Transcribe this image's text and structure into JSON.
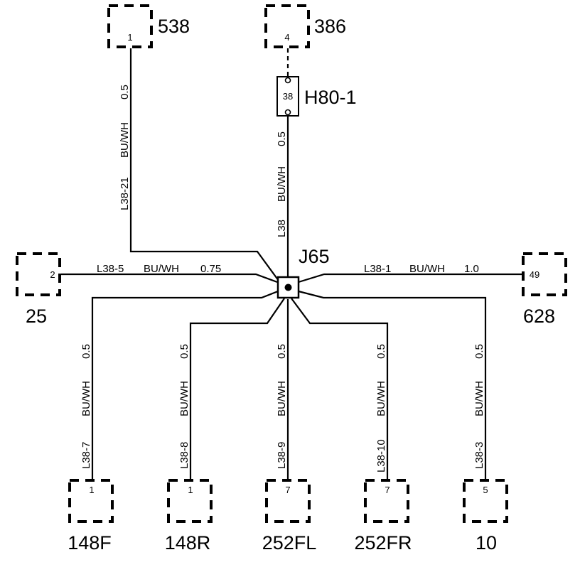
{
  "splice": {
    "label": "J65"
  },
  "fuse": {
    "label": "H80-1",
    "pin": "38"
  },
  "connectors": [
    {
      "id": "c538",
      "label": "538",
      "pin": "1"
    },
    {
      "id": "c386",
      "label": "386",
      "pin": "4"
    },
    {
      "id": "c25",
      "label": "25",
      "pin": "2"
    },
    {
      "id": "c628",
      "label": "628",
      "pin": "49"
    },
    {
      "id": "c148F",
      "label": "148F",
      "pin": "1"
    },
    {
      "id": "c148R",
      "label": "148R",
      "pin": "1"
    },
    {
      "id": "c252FL",
      "label": "252FL",
      "pin": "7"
    },
    {
      "id": "c252FR",
      "label": "252FR",
      "pin": "7"
    },
    {
      "id": "c10",
      "label": "10",
      "pin": "5"
    }
  ],
  "wires": {
    "w538": {
      "circuit": "L38-21",
      "color": "BU/WH",
      "size": "0.5"
    },
    "wH80": {
      "circuit": "L38",
      "color": "BU/WH",
      "size": "0.5"
    },
    "w25": {
      "circuit": "L38-5",
      "color": "BU/WH",
      "size": "0.75"
    },
    "w628": {
      "circuit": "L38-1",
      "color": "BU/WH",
      "size": "1.0"
    },
    "w148F": {
      "circuit": "L38-7",
      "color": "BU/WH",
      "size": "0.5"
    },
    "w148R": {
      "circuit": "L38-8",
      "color": "BU/WH",
      "size": "0.5"
    },
    "w252FL": {
      "circuit": "L38-9",
      "color": "BU/WH",
      "size": "0.5"
    },
    "w252FR": {
      "circuit": "L38-10",
      "color": "BU/WH",
      "size": "0.5"
    },
    "w10": {
      "circuit": "L38-3",
      "color": "BU/WH",
      "size": "0.5"
    }
  }
}
